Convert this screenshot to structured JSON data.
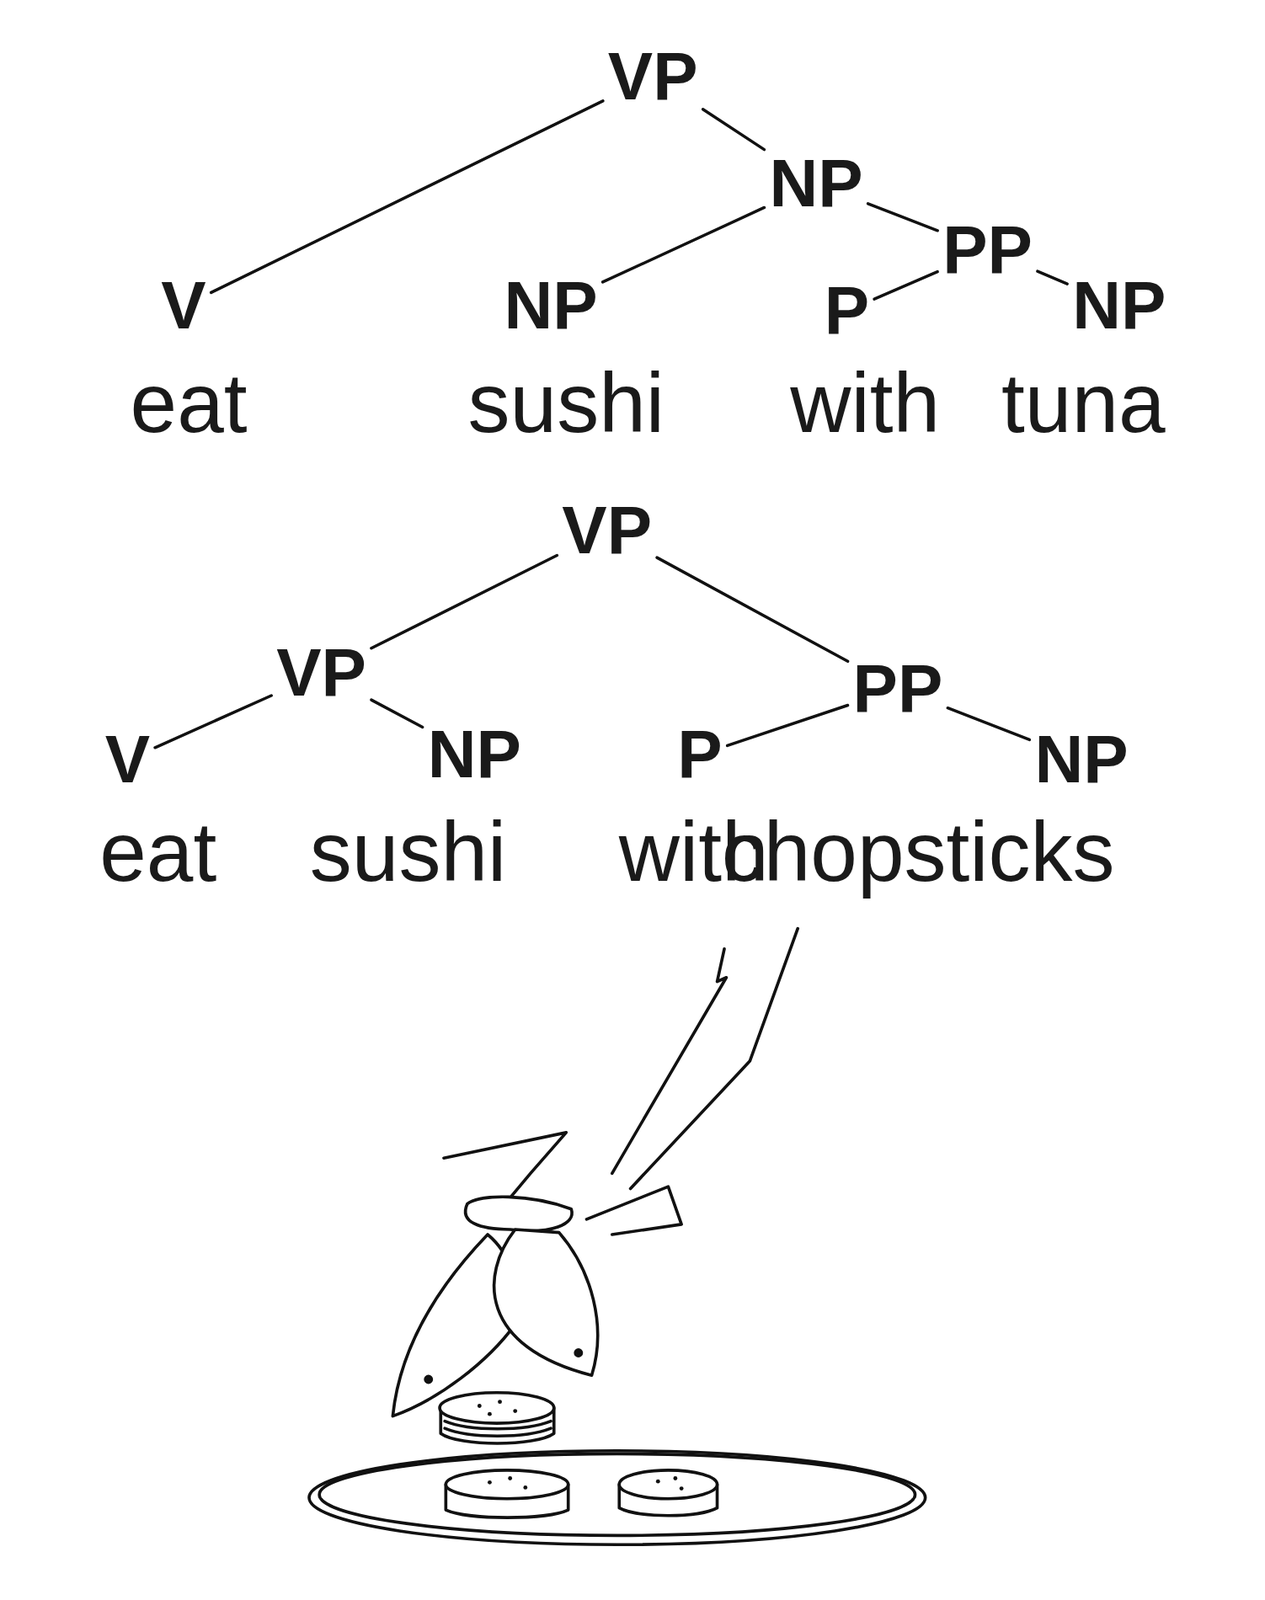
{
  "diagram": {
    "nodes": [
      {
        "text": [
          "VP"
        ]
      },
      {
        "text": [
          "V",
          "eat"
        ]
      },
      {
        "text": [
          "NP"
        ]
      },
      {
        "text": [
          "NP",
          "sushi"
        ]
      },
      {
        "text": [
          "PP"
        ]
      },
      {
        "text": [
          "P",
          "with"
        ]
      },
      {
        "text": [
          "NP",
          "tuna"
        ]
      },
      {
        "text": [
          "VP"
        ]
      },
      {
        "text": [
          "VP"
        ]
      },
      {
        "text": [
          "V",
          "eat"
        ]
      },
      {
        "text": [
          "NP",
          "sushi"
        ]
      },
      {
        "text": [
          "PP"
        ]
      },
      {
        "text": [
          "P",
          "with"
        ]
      },
      {
        "text": [
          "NP",
          "chopsticks"
        ]
      }
    ],
    "edges": [
      {
        "from": 0,
        "to": 1,
        "arrow": "none"
      },
      {
        "from": 0,
        "to": 2,
        "arrow": "none"
      },
      {
        "from": 2,
        "to": 3,
        "arrow": "none"
      },
      {
        "from": 2,
        "to": 4,
        "arrow": "none"
      },
      {
        "from": 4,
        "to": 5,
        "arrow": "none"
      },
      {
        "from": 4,
        "to": 6,
        "arrow": "none"
      },
      {
        "from": 7,
        "to": 8,
        "arrow": "none"
      },
      {
        "from": 7,
        "to": 11,
        "arrow": "none"
      },
      {
        "from": 8,
        "to": 9,
        "arrow": "none"
      },
      {
        "from": 8,
        "to": 10,
        "arrow": "none"
      },
      {
        "from": 11,
        "to": 12,
        "arrow": "none"
      },
      {
        "from": 11,
        "to": 13,
        "arrow": "none"
      }
    ]
  }
}
